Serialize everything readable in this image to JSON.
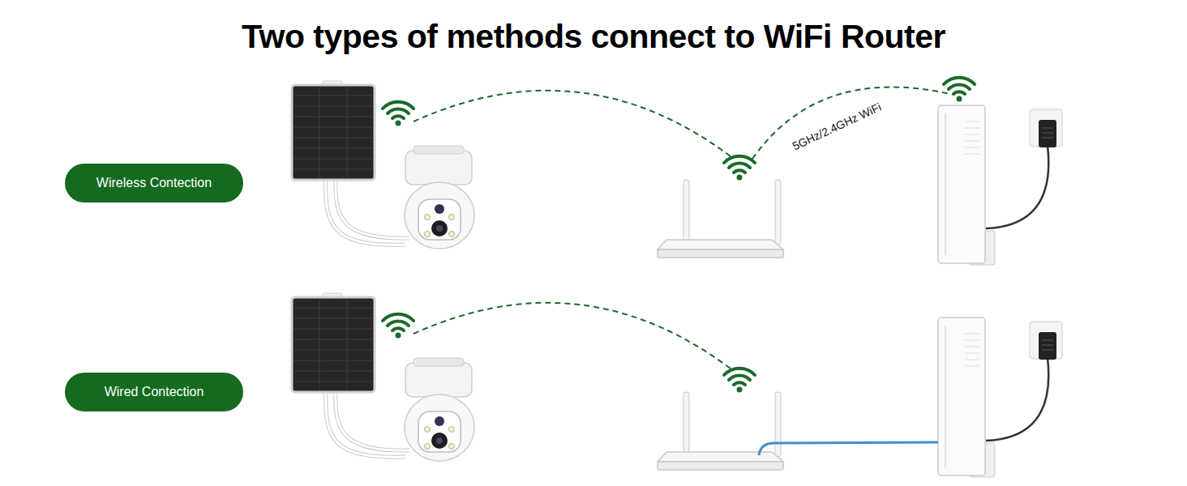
{
  "diagram": {
    "title": "Two types of methods connect to WiFi Router",
    "nodes": [
      {
        "text": [
          "Wireless Contection"
        ]
      },
      {
        "text": [
          "Wired Contection"
        ]
      }
    ],
    "labels": [
      "5GHz/2.4GHz WiFi"
    ]
  }
}
